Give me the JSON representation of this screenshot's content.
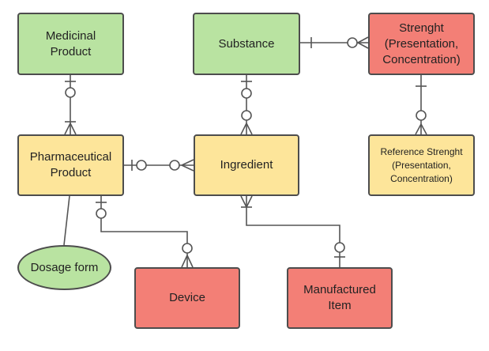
{
  "nodes": {
    "medicinal_product": "Medicinal\nProduct",
    "substance": "Substance",
    "strength": "Strenght\n(Presentation,\nConcentration)",
    "pharmaceutical_product": "Pharmaceutical\nProduct",
    "ingredient": "Ingredient",
    "reference_strength": "Reference Strenght\n(Presentation,\nConcentration)",
    "dosage_form": "Dosage form",
    "device": "Device",
    "manufactured_item": "Manufactured\nItem"
  },
  "colors": {
    "green": "#b9e3a1",
    "yellow": "#fde59a",
    "red": "#f37f76",
    "border": "#4d4d4d",
    "line": "#555555"
  }
}
